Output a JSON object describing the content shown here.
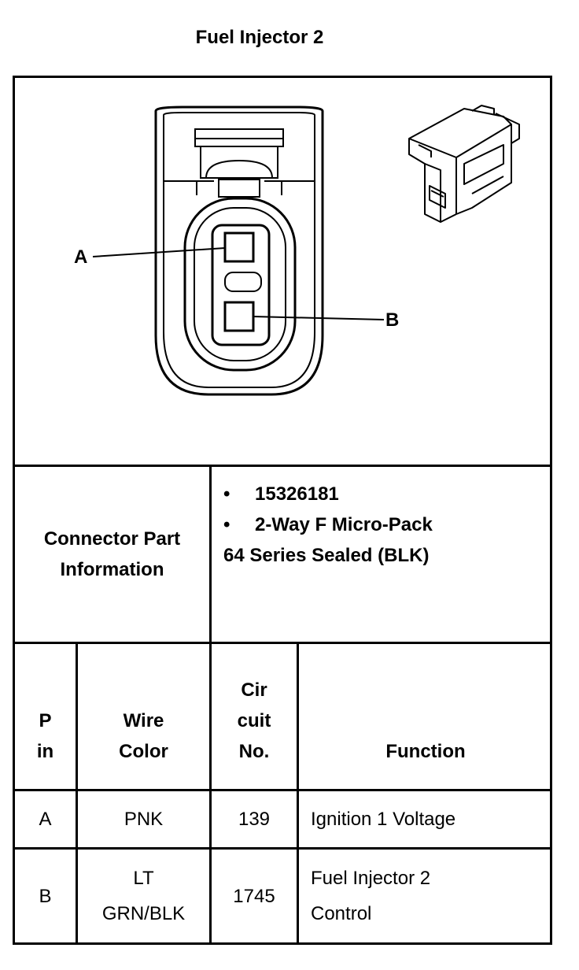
{
  "title": "Fuel Injector 2",
  "diagram": {
    "pin_label_a": "A",
    "pin_label_b": "B"
  },
  "connector_info": {
    "label_line1": "Connector Part",
    "label_line2": "Information",
    "bullet_glyph": "•",
    "part_number": "15326181",
    "description_line1": "2-Way F Micro-Pack",
    "description_line2": "64 Series Sealed (BLK)"
  },
  "table": {
    "headers": {
      "pin_line1": "P",
      "pin_line2": "in",
      "wire_color_line1": "Wire",
      "wire_color_line2": "Color",
      "circuit_line1": "Cir",
      "circuit_line2": "cuit",
      "circuit_line3": "No.",
      "function": "Function"
    },
    "rows": [
      {
        "pin": "A",
        "wire_line1": "PNK",
        "wire_line2": "",
        "circuit": "139",
        "function_line1": "Ignition 1 Voltage",
        "function_line2": ""
      },
      {
        "pin": "B",
        "wire_line1": "LT",
        "wire_line2": "GRN/BLK",
        "circuit": "1745",
        "function_line1": "Fuel Injector 2",
        "function_line2": "Control"
      }
    ]
  }
}
